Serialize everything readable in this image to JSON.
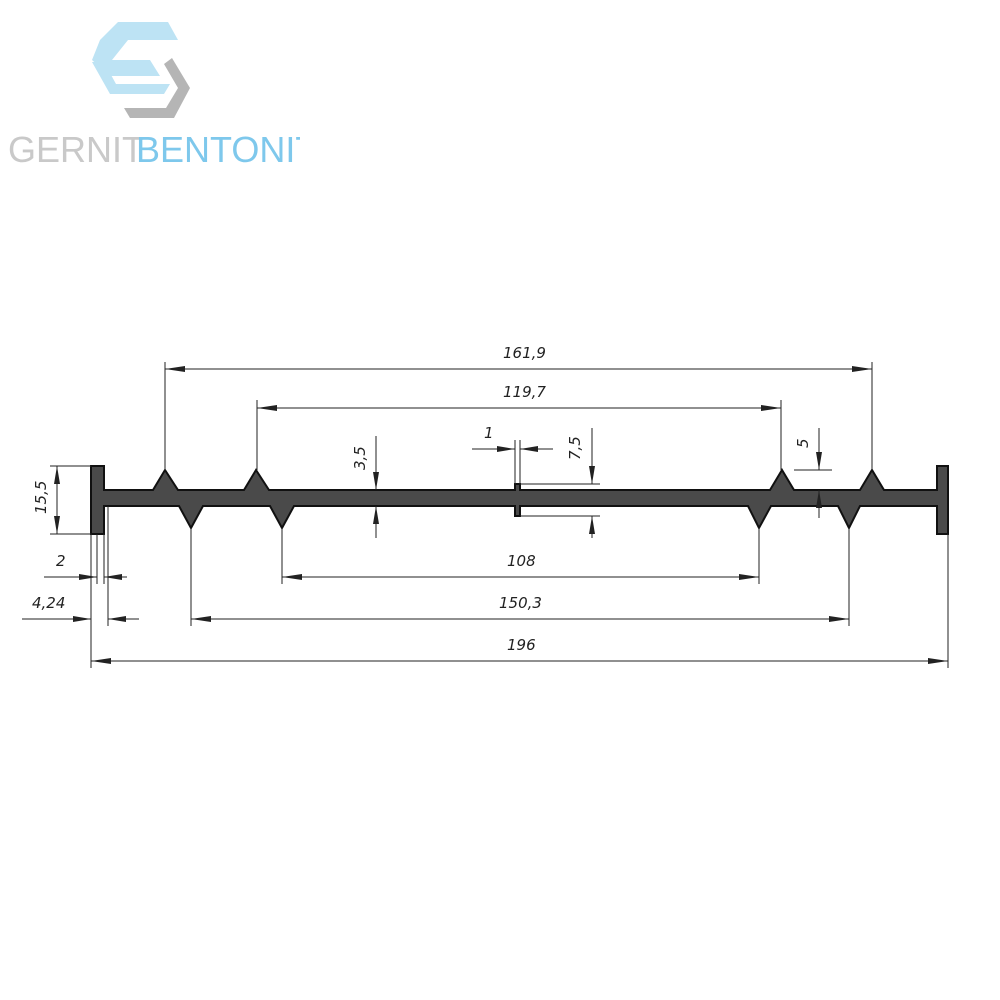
{
  "logo": {
    "word1": "GERNIT",
    "word2": "BENTONIT",
    "color_word1": "#c9c9c9",
    "color_word2": "#7ec8ec",
    "mark_light": "#bde3f4",
    "mark_dark": "#b5b5b5"
  },
  "profile": {
    "fill": "#4a4a4a",
    "stroke": "#111111"
  },
  "dimensions": {
    "d_161_9": "161,9",
    "d_119_7": "119,7",
    "d_1": "1",
    "d_7_5": "7,5",
    "d_5": "5",
    "d_3_5": "3,5",
    "d_15_5": "15,5",
    "d_108": "108",
    "d_2": "2",
    "d_150_3": "150,3",
    "d_4_24": "4,24",
    "d_196": "196"
  }
}
